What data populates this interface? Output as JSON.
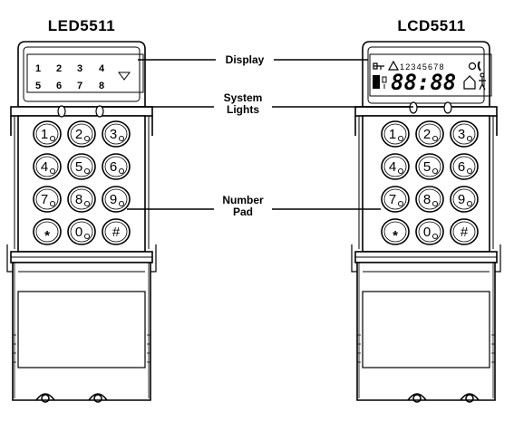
{
  "titles": {
    "left": "LED5511",
    "right": "LCD5511"
  },
  "callouts": {
    "display": "Display",
    "system_lights_line1": "System",
    "system_lights_line2": "Lights",
    "number_pad_line1": "Number",
    "number_pad_line2": "Pad"
  },
  "led_display": {
    "row1": [
      "1",
      "2",
      "3",
      "4"
    ],
    "row2": [
      "5",
      "6",
      "7",
      "8"
    ]
  },
  "lcd_display": {
    "zone_numbers": "12345678",
    "readout": "88:88"
  },
  "keypad": {
    "rows": [
      [
        "1",
        "2",
        "3"
      ],
      [
        "4",
        "5",
        "6"
      ],
      [
        "7",
        "8",
        "9"
      ],
      [
        "*",
        "0",
        "#"
      ]
    ]
  }
}
